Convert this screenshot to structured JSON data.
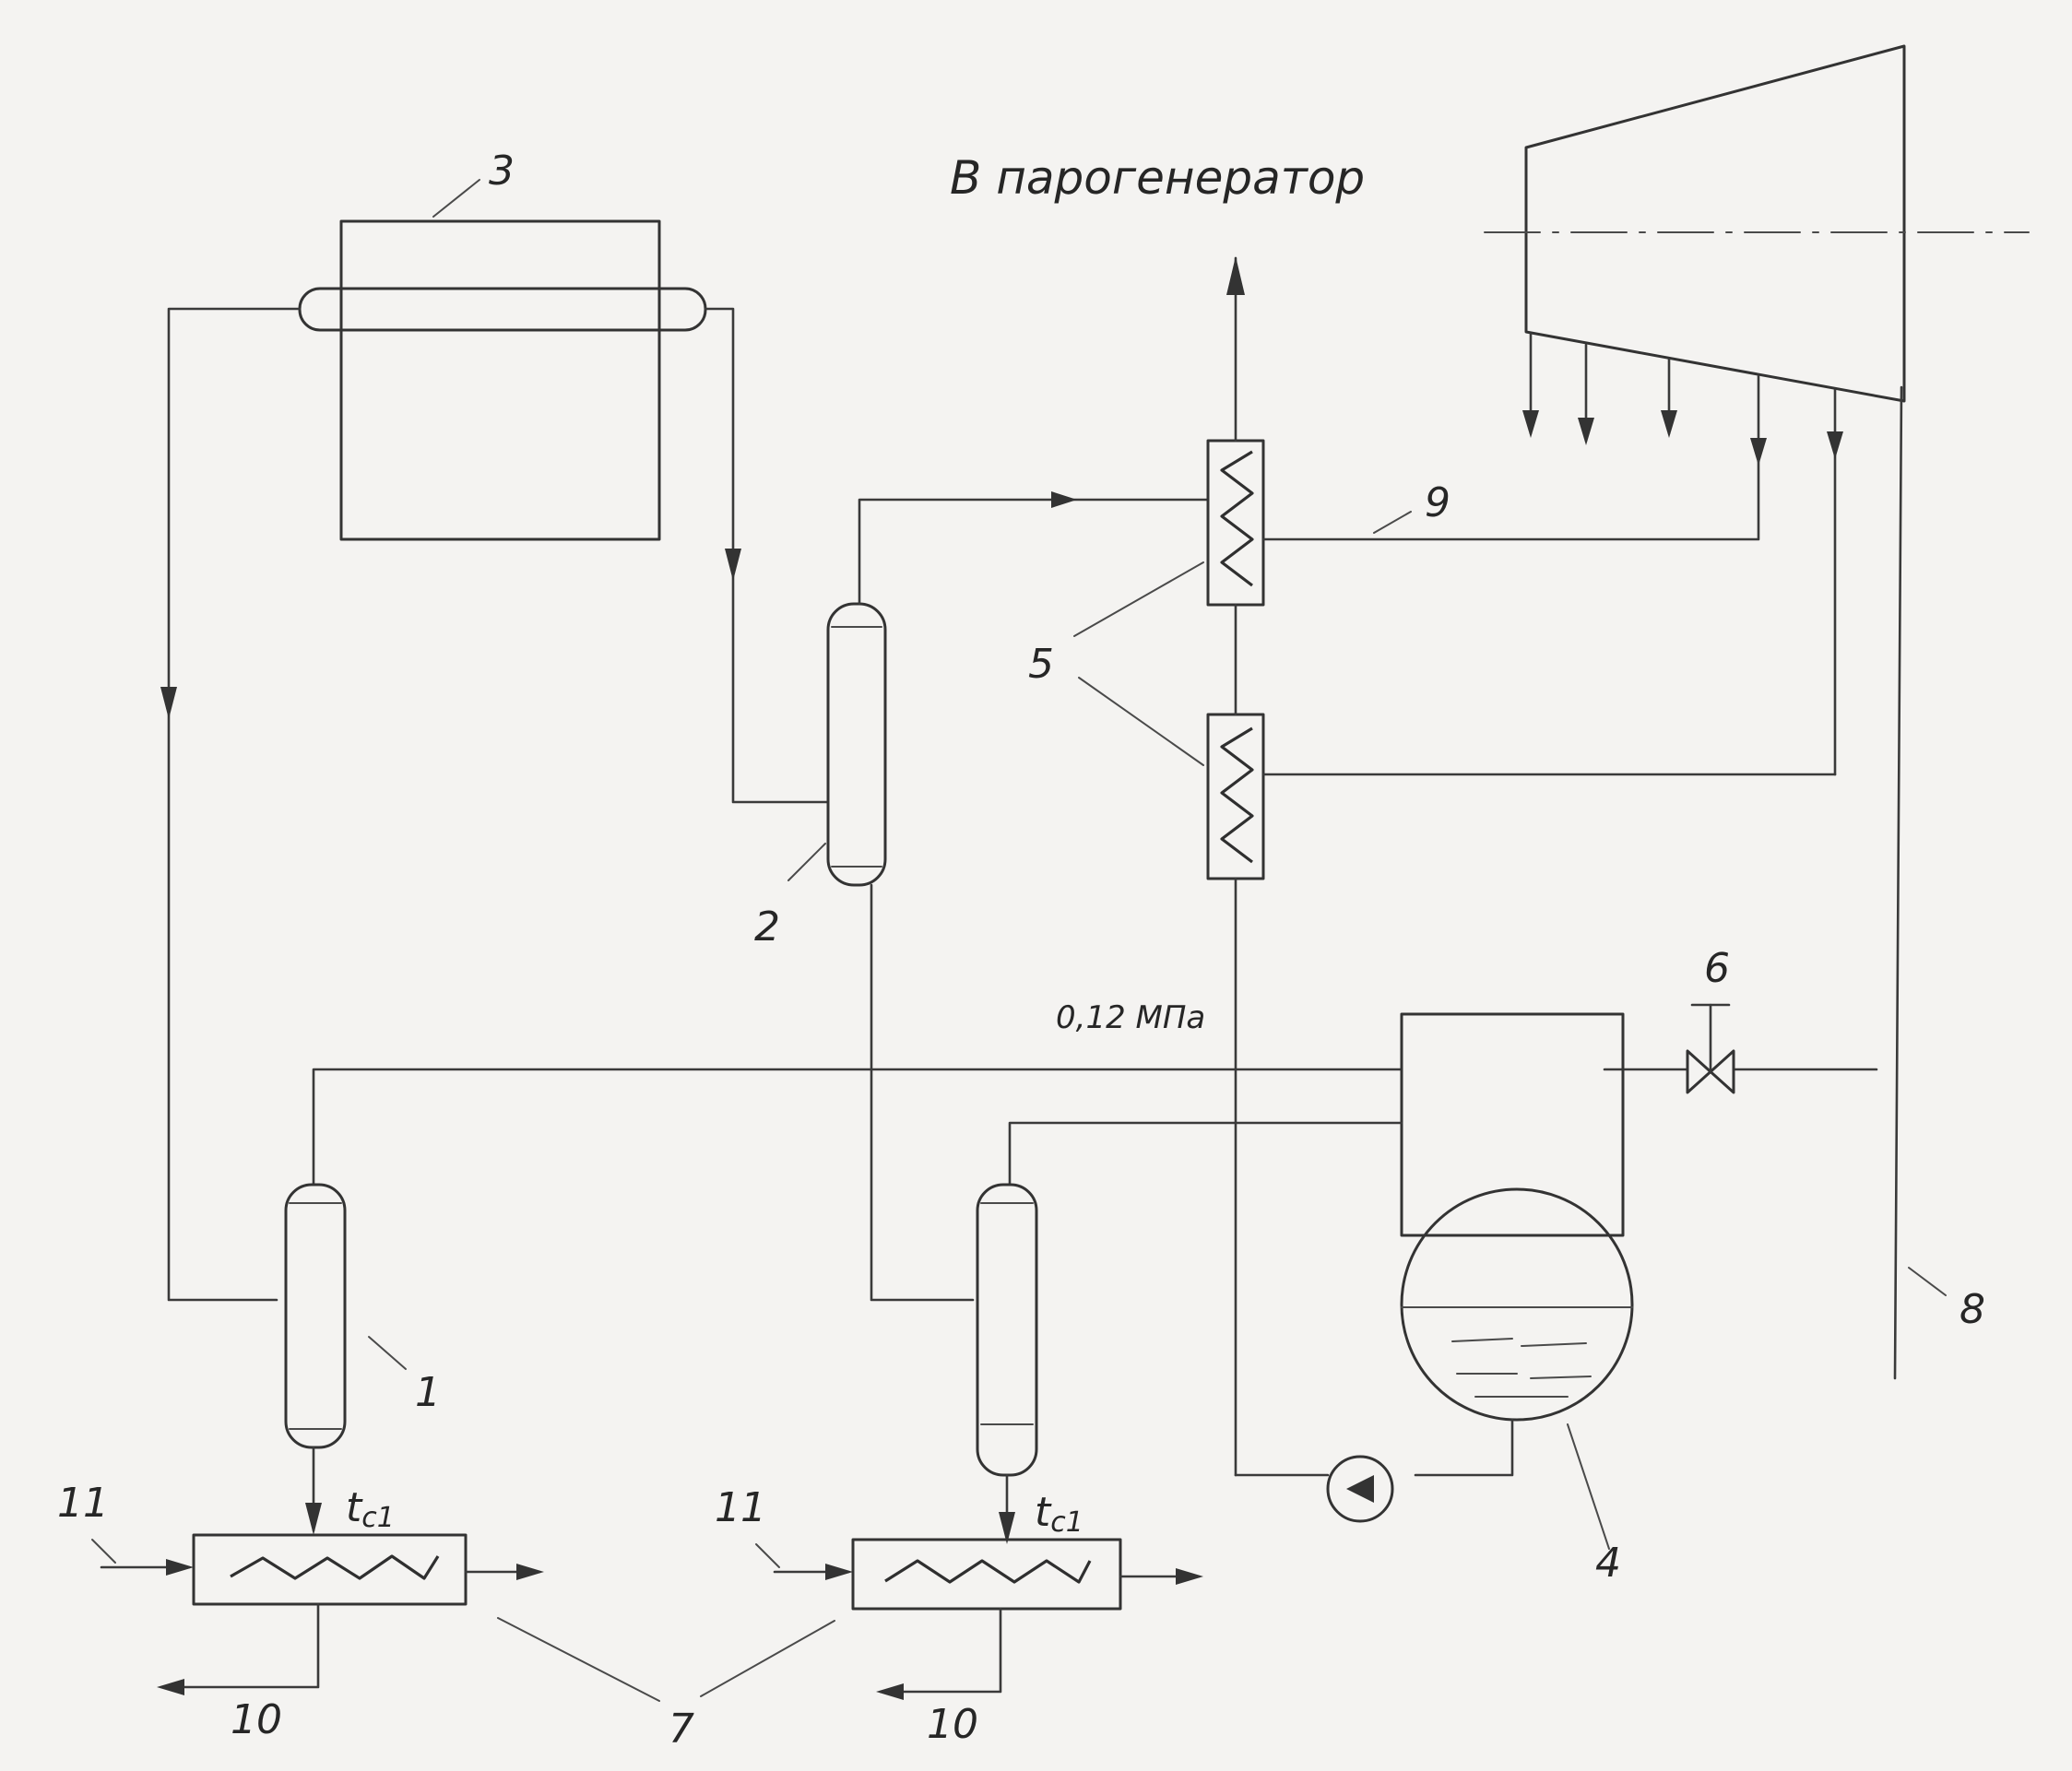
{
  "title": "В парогенератор",
  "pressure": "0,12 МПа",
  "subscripts": {
    "left": "t",
    "left_sub": "c1",
    "right": "t",
    "right_sub": "c1"
  },
  "labels": {
    "n1": "1",
    "n2": "2",
    "n3": "3",
    "n4": "4",
    "n5": "5",
    "n6": "6",
    "n7": "7",
    "n8": "8",
    "n9": "9",
    "n10a": "10",
    "n10b": "10",
    "n11a": "11",
    "n11b": "11"
  },
  "colors": {
    "ink": "#333333",
    "paper": "#f4f3f1"
  }
}
